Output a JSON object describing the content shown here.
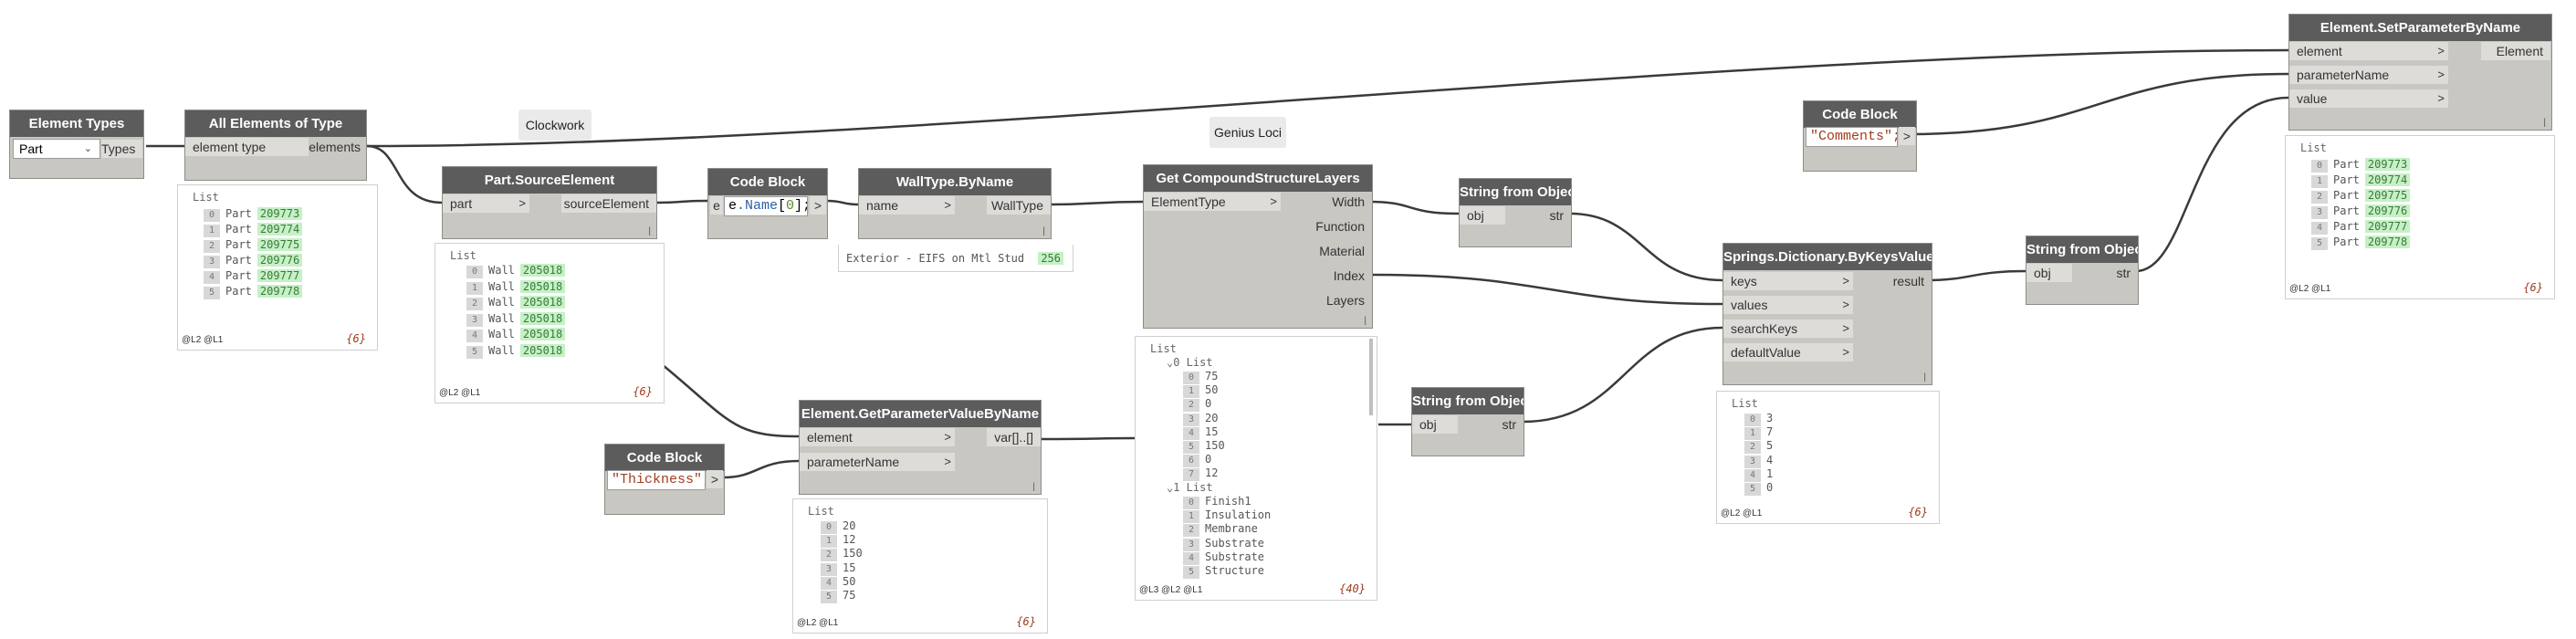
{
  "notes": {
    "clockwork": "Clockwork",
    "genius_loci": "Genius Loci"
  },
  "nodes": {
    "element_types": {
      "title": "Element Types",
      "dropdown": "Part",
      "output": "Types"
    },
    "all_elements": {
      "title": "All Elements of Type",
      "input": "element type",
      "output": "elements"
    },
    "part_source": {
      "title": "Part.SourceElement",
      "input": "part",
      "output": "sourceElement"
    },
    "code_name": {
      "title": "Code Block",
      "in": "e",
      "code_var": "e",
      "code_member": ".Name",
      "code_index": "0",
      "out": ">"
    },
    "walltype": {
      "title": "WallType.ByName",
      "input": "name",
      "output": "WallType"
    },
    "compound": {
      "title": "Get CompoundStructureLayers",
      "input": "ElementType",
      "outputs": [
        "Width",
        "Function",
        "Material",
        "Index",
        "Layers"
      ]
    },
    "str_obj_1": {
      "title": "String from Object",
      "input": "obj",
      "output": "str"
    },
    "str_obj_2": {
      "title": "String from Object",
      "input": "obj",
      "output": "str"
    },
    "str_obj_3": {
      "title": "String from Object",
      "input": "obj",
      "output": "str"
    },
    "springs": {
      "title": "Springs.Dictionary.ByKeysValues",
      "inputs": [
        "keys",
        "values",
        "searchKeys",
        "defaultValue"
      ],
      "output": "result"
    },
    "code_comments": {
      "title": "Code Block",
      "code": "\"Comments\";",
      "out": ">"
    },
    "set_param": {
      "title": "Element.SetParameterByName",
      "inputs": [
        "element",
        "parameterName",
        "value"
      ],
      "output": "Element"
    },
    "code_thickness": {
      "title": "Code Block",
      "code": "\"Thickness\";",
      "out": ">"
    },
    "get_param": {
      "title": "Element.GetParameterValueByName",
      "inputs": [
        "element",
        "parameterName"
      ],
      "output": "var[]..[]"
    }
  },
  "previews": {
    "all_elements": {
      "head": "List",
      "items": [
        [
          "0",
          "Part",
          "209773"
        ],
        [
          "1",
          "Part",
          "209774"
        ],
        [
          "2",
          "Part",
          "209775"
        ],
        [
          "3",
          "Part",
          "209776"
        ],
        [
          "4",
          "Part",
          "209777"
        ],
        [
          "5",
          "Part",
          "209778"
        ]
      ],
      "levels": "@L2 @L1",
      "count": "{6}"
    },
    "part_source": {
      "head": "List",
      "items": [
        [
          "0",
          "Wall",
          "205018"
        ],
        [
          "1",
          "Wall",
          "205018"
        ],
        [
          "2",
          "Wall",
          "205018"
        ],
        [
          "3",
          "Wall",
          "205018"
        ],
        [
          "4",
          "Wall",
          "205018"
        ],
        [
          "5",
          "Wall",
          "205018"
        ]
      ],
      "levels": "@L2 @L1",
      "count": "{6}"
    },
    "walltype": {
      "text": "Exterior - EIFS on Mtl Stud",
      "id": "256"
    },
    "compound": {
      "head": "List",
      "sub0": "0 List",
      "list0": [
        [
          "0",
          "75"
        ],
        [
          "1",
          "50"
        ],
        [
          "2",
          "0"
        ],
        [
          "3",
          "20"
        ],
        [
          "4",
          "15"
        ],
        [
          "5",
          "150"
        ],
        [
          "6",
          "0"
        ],
        [
          "7",
          "12"
        ]
      ],
      "sub1": "1 List",
      "list1": [
        [
          "0",
          "Finish1"
        ],
        [
          "1",
          "Insulation"
        ],
        [
          "2",
          "Membrane"
        ],
        [
          "3",
          "Substrate"
        ],
        [
          "4",
          "Substrate"
        ],
        [
          "5",
          "Structure"
        ]
      ],
      "levels": "@L3 @L2 @L1",
      "count": "{40}"
    },
    "get_param": {
      "head": "List",
      "items": [
        [
          "0",
          "20"
        ],
        [
          "1",
          "12"
        ],
        [
          "2",
          "150"
        ],
        [
          "3",
          "15"
        ],
        [
          "4",
          "50"
        ],
        [
          "5",
          "75"
        ]
      ],
      "levels": "@L2 @L1",
      "count": "{6}"
    },
    "springs": {
      "head": "List",
      "items": [
        [
          "0",
          "3"
        ],
        [
          "1",
          "7"
        ],
        [
          "2",
          "5"
        ],
        [
          "3",
          "4"
        ],
        [
          "4",
          "1"
        ],
        [
          "5",
          "0"
        ]
      ],
      "levels": "@L2 @L1",
      "count": "{6}"
    },
    "set_param": {
      "head": "List",
      "items": [
        [
          "0",
          "Part",
          "209773"
        ],
        [
          "1",
          "Part",
          "209774"
        ],
        [
          "2",
          "Part",
          "209775"
        ],
        [
          "3",
          "Part",
          "209776"
        ],
        [
          "4",
          "Part",
          "209777"
        ],
        [
          "5",
          "Part",
          "209778"
        ]
      ],
      "levels": "@L2 @L1",
      "count": "{6}"
    }
  },
  "colors": {
    "wire": "#3a3a3a",
    "node_header": "#5c5c5c",
    "node_body": "#c9c7c2",
    "value_highlight": "#c6f0c6"
  }
}
